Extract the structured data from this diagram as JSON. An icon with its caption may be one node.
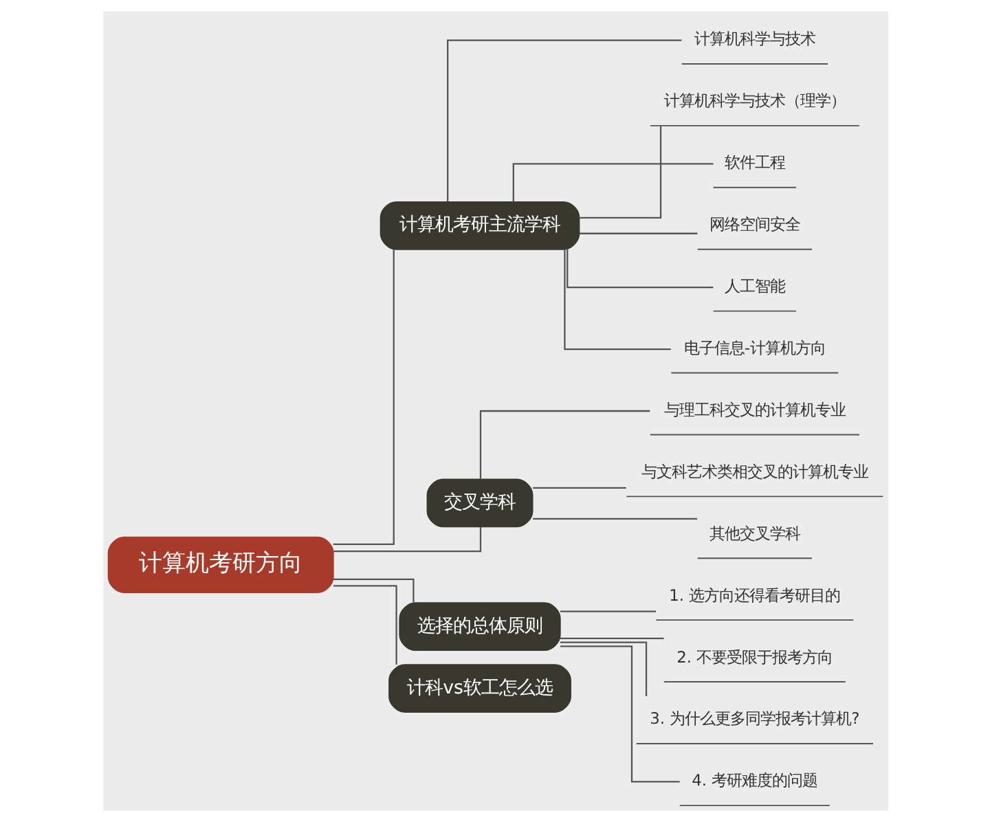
{
  "diagram": {
    "nodes": [
      {
        "text": [
          "计算机考研方向"
        ]
      },
      {
        "text": [
          "计算机考研主流学科"
        ]
      },
      {
        "text": [
          "计算机科学与技术"
        ]
      },
      {
        "text": [
          "计算机科学与技术（理学）"
        ]
      },
      {
        "text": [
          "软件工程"
        ]
      },
      {
        "text": [
          "网络空间安全"
        ]
      },
      {
        "text": [
          "人工智能"
        ]
      },
      {
        "text": [
          "电子信息-计算机方向"
        ]
      },
      {
        "text": [
          "交叉学科"
        ]
      },
      {
        "text": [
          "与理工科交叉的计算机专业"
        ]
      },
      {
        "text": [
          "与文科艺术类相交叉的计算机专业"
        ]
      },
      {
        "text": [
          "其他交叉学科"
        ]
      },
      {
        "text": [
          "选择的总体原则"
        ]
      },
      {
        "text": [
          "1. 选方向还得看考研目的"
        ]
      },
      {
        "text": [
          "2. 不要受限于报考方向"
        ]
      },
      {
        "text": [
          "3. 为什么更多同学报考计算机?"
        ]
      },
      {
        "text": [
          "4. 考研难度的问题"
        ]
      },
      {
        "text": [
          "计科vs软工怎么选"
        ]
      }
    ],
    "edges": [
      {
        "from": 0,
        "to": 1,
        "arrow": "none"
      },
      {
        "from": 1,
        "to": 2,
        "arrow": "none"
      },
      {
        "from": 1,
        "to": 3,
        "arrow": "none"
      },
      {
        "from": 1,
        "to": 4,
        "arrow": "none"
      },
      {
        "from": 1,
        "to": 5,
        "arrow": "none"
      },
      {
        "from": 1,
        "to": 6,
        "arrow": "none"
      },
      {
        "from": 1,
        "to": 7,
        "arrow": "none"
      },
      {
        "from": 0,
        "to": 8,
        "arrow": "none"
      },
      {
        "from": 8,
        "to": 9,
        "arrow": "none"
      },
      {
        "from": 8,
        "to": 10,
        "arrow": "none"
      },
      {
        "from": 8,
        "to": 11,
        "arrow": "none"
      },
      {
        "from": 0,
        "to": 12,
        "arrow": "none"
      },
      {
        "from": 12,
        "to": 13,
        "arrow": "none"
      },
      {
        "from": 12,
        "to": 14,
        "arrow": "none"
      },
      {
        "from": 12,
        "to": 15,
        "arrow": "none"
      },
      {
        "from": 12,
        "to": 16,
        "arrow": "none"
      },
      {
        "from": 0,
        "to": 17,
        "arrow": "none"
      }
    ]
  }
}
